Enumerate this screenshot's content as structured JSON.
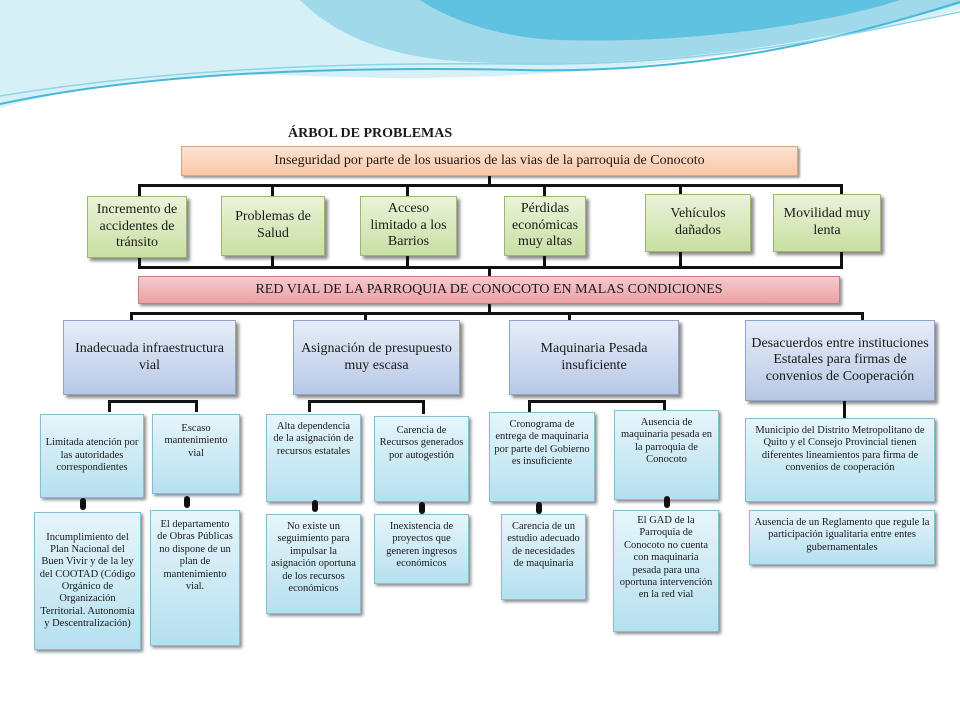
{
  "title": "ÁRBOL DE PROBLEMAS",
  "top_problem": "Inseguridad por parte de los usuarios de las vias de la parroquia de Conocoto",
  "effects": [
    "Incremento de accidentes de tránsito",
    "Problemas de Salud",
    "Acceso limitado a los Barrios",
    "Pérdidas económicas muy altas",
    "Vehículos dañados",
    "Movilidad muy lenta"
  ],
  "core_problem": "RED VIAL DE LA PARROQUIA DE CONOCOTO EN MALAS CONDICIONES",
  "causes": [
    "Inadecuada infraestructura vial",
    "Asignación de presupuesto muy escasa",
    "Maquinaria Pesada insuficiente",
    "Desacuerdos entre instituciones Estatales para firmas de convenios de Cooperación"
  ],
  "sub_causes": [
    "Limitada atención por las autoridades correspondientes",
    "Escaso mantenimiento vial",
    "Alta dependencia de la asignación de recursos estatales",
    "Carencia de Recursos generados por autogestión",
    "Cronograma de entrega de maquinaria por parte del Gobierno es insuficiente",
    "Ausencia de maquinaria pesada en la parroquia de Conocoto",
    "Municipio del Distrito Metropolitano de Quito y el Consejo Provincial tienen diferentes lineamientos para firma de convenios de cooperación"
  ],
  "root_causes": [
    "Incumplimiento del Plan Nacional del Buen Vivir y de la ley del COOTAD (Código Orgánico de Organización Territorial. Autonomía y Descentralización)",
    "El departamento de Obras Públicas no dispone de un plan de mantenimiento vial.",
    "No existe un seguimiento para impulsar la asignación oportuna de los recursos económicos",
    "Inexistencia de proyectos que generen ingresos económicos",
    "Carencia de un estudio adecuado de necesidades de maquinaria",
    "El GAD de la Parroquia de Conocoto no cuenta con maquinaria pesada para una oportuna intervención en la red vial",
    "Ausencia de un Reglamento que regule la participación igualitaria entre entes gubernamentales"
  ]
}
